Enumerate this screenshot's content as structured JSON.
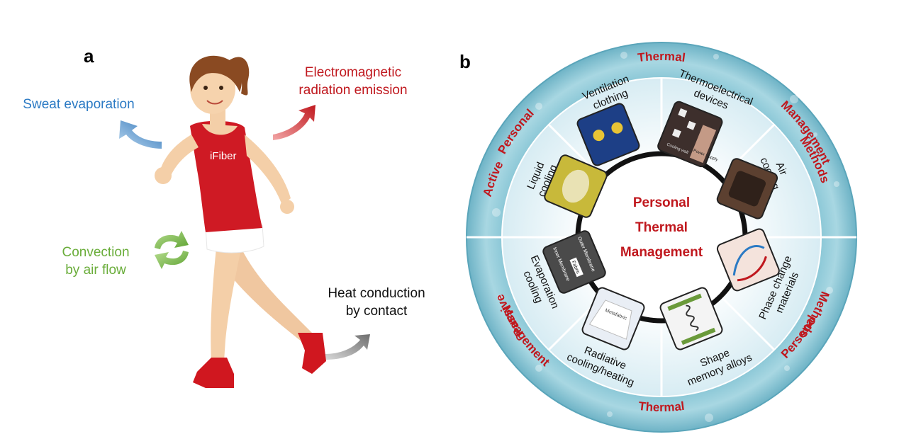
{
  "panel_a": {
    "label": "a",
    "shirt_text": "iFiber",
    "sweat": "Sweat evaporation",
    "radiation": [
      "Electromagnetic",
      "radiation emission"
    ],
    "convection": [
      "Convection",
      "by air flow"
    ],
    "conduction": [
      "Heat conduction",
      "by contact"
    ]
  },
  "panel_b": {
    "label": "b",
    "center": [
      "Personal",
      "Thermal",
      "Management"
    ],
    "outer_top": [
      "Personal",
      "Thermal",
      "Management"
    ],
    "outer_bottom": [
      "Personal",
      "Thermal",
      "Management"
    ],
    "left_upper": "Active",
    "left_lower": "Passive",
    "right_upper": "Methods",
    "right_lower": "Methods",
    "segments": {
      "ventilation": [
        "Ventilation",
        "clothing"
      ],
      "thermoelectric": [
        "Thermoelectrical",
        "devices"
      ],
      "air": [
        "Air",
        "cooling"
      ],
      "phase": [
        "Phase change",
        "materials"
      ],
      "shape": [
        "Shape",
        "memory alloys"
      ],
      "radiative": [
        "Radiative",
        "cooling/heating"
      ],
      "evaporation": [
        "Evaporation",
        "cooling"
      ],
      "liquid": [
        "Liquid",
        "cooling"
      ]
    },
    "image_text": {
      "thermo_a": "Cooling wall",
      "thermo_b": "Power Supply",
      "evap_a": "Outer Membrane",
      "evap_b": "Inner Membrane",
      "evap_c": "Fabric",
      "radiative": "Metafabric"
    }
  },
  "colors": {
    "accent_red": "#c0181e",
    "blue": "#2b7ac4",
    "green": "#6aad3a",
    "ring": "#8ecbd8"
  }
}
